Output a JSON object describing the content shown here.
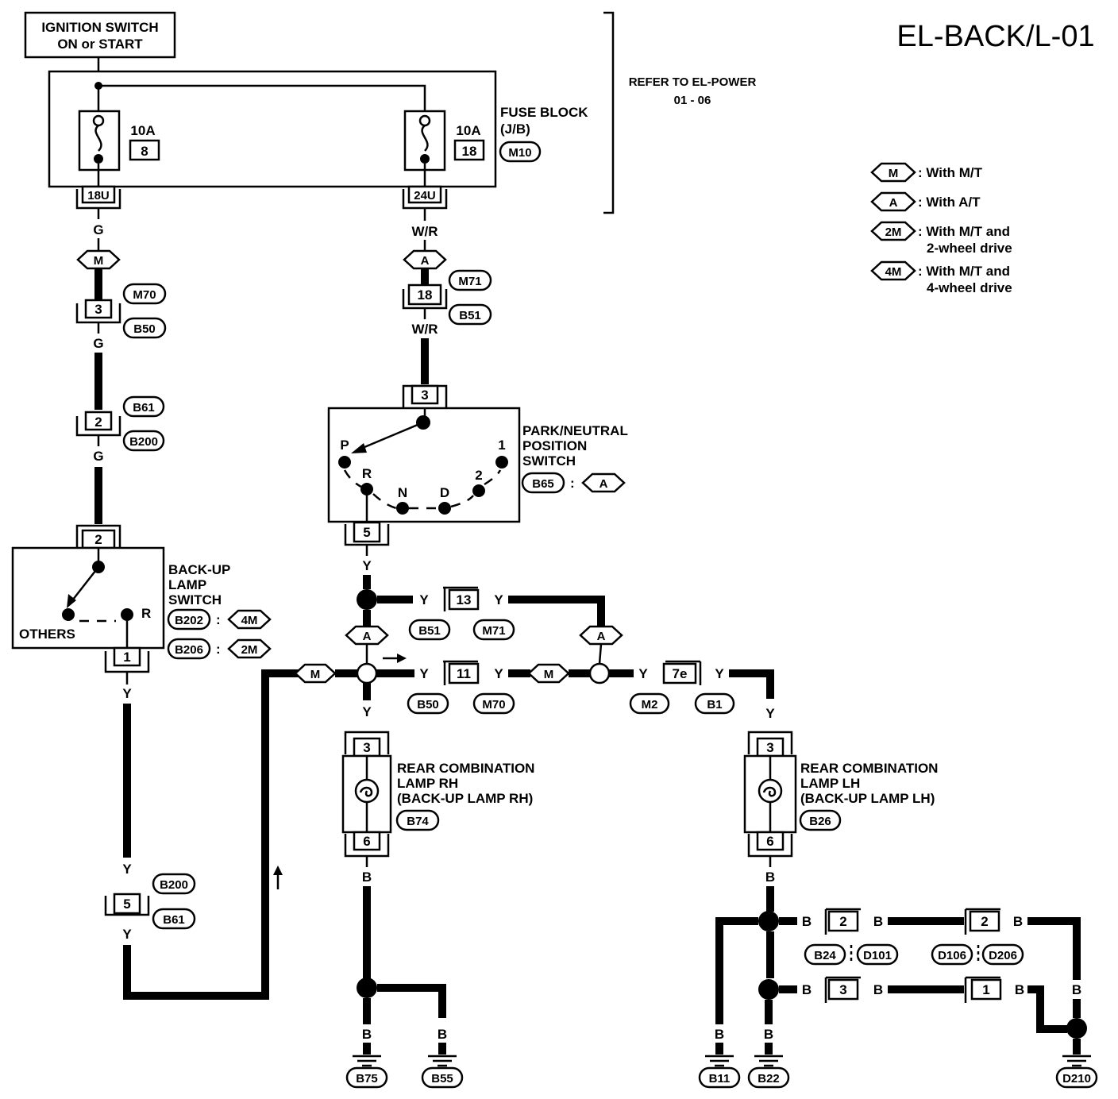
{
  "title": "EL-BACK/L-01",
  "ignition": {
    "line1": "IGNITION SWITCH",
    "line2": "ON or START"
  },
  "refer": {
    "line1": "REFER TO EL-POWER",
    "line2": "01 - 06"
  },
  "fuse_block": {
    "label1": "FUSE BLOCK",
    "label2": "(J/B)",
    "conn": "M10",
    "fuses": [
      {
        "amp": "10A",
        "num": "8",
        "term": "18U"
      },
      {
        "amp": "10A",
        "num": "18",
        "term": "24U"
      }
    ]
  },
  "legend": [
    {
      "code": "M",
      "text1": ": With M/T",
      "text2": ""
    },
    {
      "code": "A",
      "text1": ": With A/T",
      "text2": ""
    },
    {
      "code": "2M",
      "text1": ": With M/T and",
      "text2": "2-wheel drive"
    },
    {
      "code": "4M",
      "text1": ": With M/T and",
      "text2": "4-wheel drive"
    }
  ],
  "tags": {
    "m": "M",
    "a": "A",
    "m2": "2M",
    "m4": "4M"
  },
  "wires": {
    "g": "G",
    "wr": "W/R",
    "y": "Y",
    "b": "B"
  },
  "left_conns": [
    {
      "pin": "3",
      "top": "M70",
      "bottom": "B50"
    },
    {
      "pin": "2",
      "top": "B61",
      "bottom": "B200"
    },
    {
      "pin": "5",
      "top": "B200",
      "bottom": "B61"
    }
  ],
  "mid_conn": {
    "pin": "18",
    "top": "M71",
    "bottom": "B51"
  },
  "pnp_switch": {
    "line1": "PARK/NEUTRAL",
    "line2": "POSITION",
    "line3": "SWITCH",
    "conn": "B65",
    "sep": ":",
    "pin_in": "3",
    "pin_out": "5",
    "positions": [
      "P",
      "R",
      "N",
      "D",
      "2",
      "1"
    ]
  },
  "backup_switch": {
    "line1": "BACK-UP",
    "line2": "LAMP",
    "line3": "SWITCH",
    "pin_in": "2",
    "pin_out": "1",
    "others": "OTHERS",
    "r": "R",
    "conn1": "B202",
    "conn2": "B206",
    "sep": ":"
  },
  "row_conns": [
    {
      "pin": "13",
      "left": "B51",
      "right": "M71"
    },
    {
      "pin": "11",
      "left": "B50",
      "right": "M70"
    },
    {
      "pin": "7e",
      "left": "M2",
      "right": "B1"
    }
  ],
  "lamp_rh": {
    "line1": "REAR COMBINATION",
    "line2": "LAMP RH",
    "line3": "(BACK-UP LAMP RH)",
    "conn": "B74",
    "pin_top": "3",
    "pin_bottom": "6"
  },
  "lamp_lh": {
    "line1": "REAR COMBINATION",
    "line2": "LAMP LH",
    "line3": "(BACK-UP LAMP LH)",
    "conn": "B26",
    "pin_top": "3",
    "pin_bottom": "6"
  },
  "ground_conns": [
    {
      "pin": "2",
      "left": "B24",
      "right": "D101"
    },
    {
      "pin": "2",
      "left": "D106",
      "right": "D206"
    },
    {
      "pin": "3"
    },
    {
      "pin": "1"
    }
  ],
  "grounds": [
    "B75",
    "B55",
    "B11",
    "B22",
    "D210"
  ]
}
